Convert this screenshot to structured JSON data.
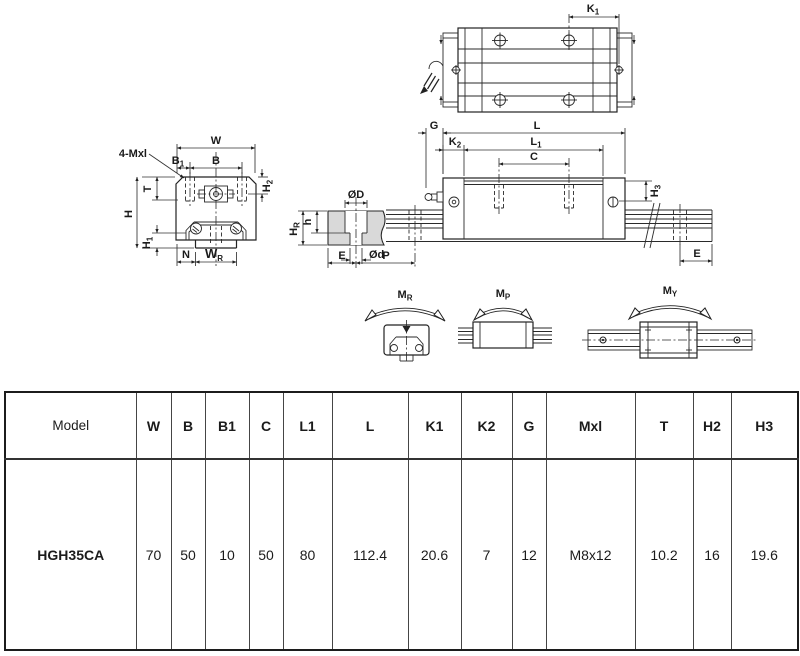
{
  "drawing": {
    "front_view": {
      "w": "W",
      "mxl_callout": "4-Mxl",
      "b1": {
        "main": "B",
        "sub": "1"
      },
      "b": "B",
      "t": "T",
      "h": "H",
      "h1": {
        "main": "H",
        "sub": "1"
      },
      "h2": {
        "main": "H",
        "sub": "2"
      },
      "n": "N",
      "wr": {
        "main": "W",
        "sub": "R"
      }
    },
    "rail_profile": {
      "od_top": "ØD",
      "h_small": "h",
      "hr": {
        "main": "H",
        "sub": "R"
      },
      "od_bottom": "Ød",
      "e": "E",
      "p": "P"
    },
    "side_view": {
      "g": "G",
      "l": "L",
      "k2": {
        "main": "K",
        "sub": "2"
      },
      "l1": {
        "main": "L",
        "sub": "1"
      },
      "c": "C",
      "h3": {
        "main": "H",
        "sub": "3"
      },
      "e": "E"
    },
    "top_view": {
      "k1": {
        "main": "K",
        "sub": "1"
      }
    },
    "moments": {
      "mr": {
        "main": "M",
        "sub": "R"
      },
      "mp": {
        "main": "M",
        "sub": "P"
      },
      "my": {
        "main": "M",
        "sub": "Y"
      }
    }
  },
  "table": {
    "headers": [
      "Model",
      "W",
      "B",
      "B1",
      "C",
      "L1",
      "L",
      "K1",
      "K2",
      "G",
      "Mxl",
      "T",
      "H2",
      "H3"
    ],
    "rows": [
      [
        "HGH35CA",
        "70",
        "50",
        "10",
        "50",
        "80",
        "112.4",
        "20.6",
        "7",
        "12",
        "M8x12",
        "10.2",
        "16",
        "19.6"
      ]
    ]
  }
}
